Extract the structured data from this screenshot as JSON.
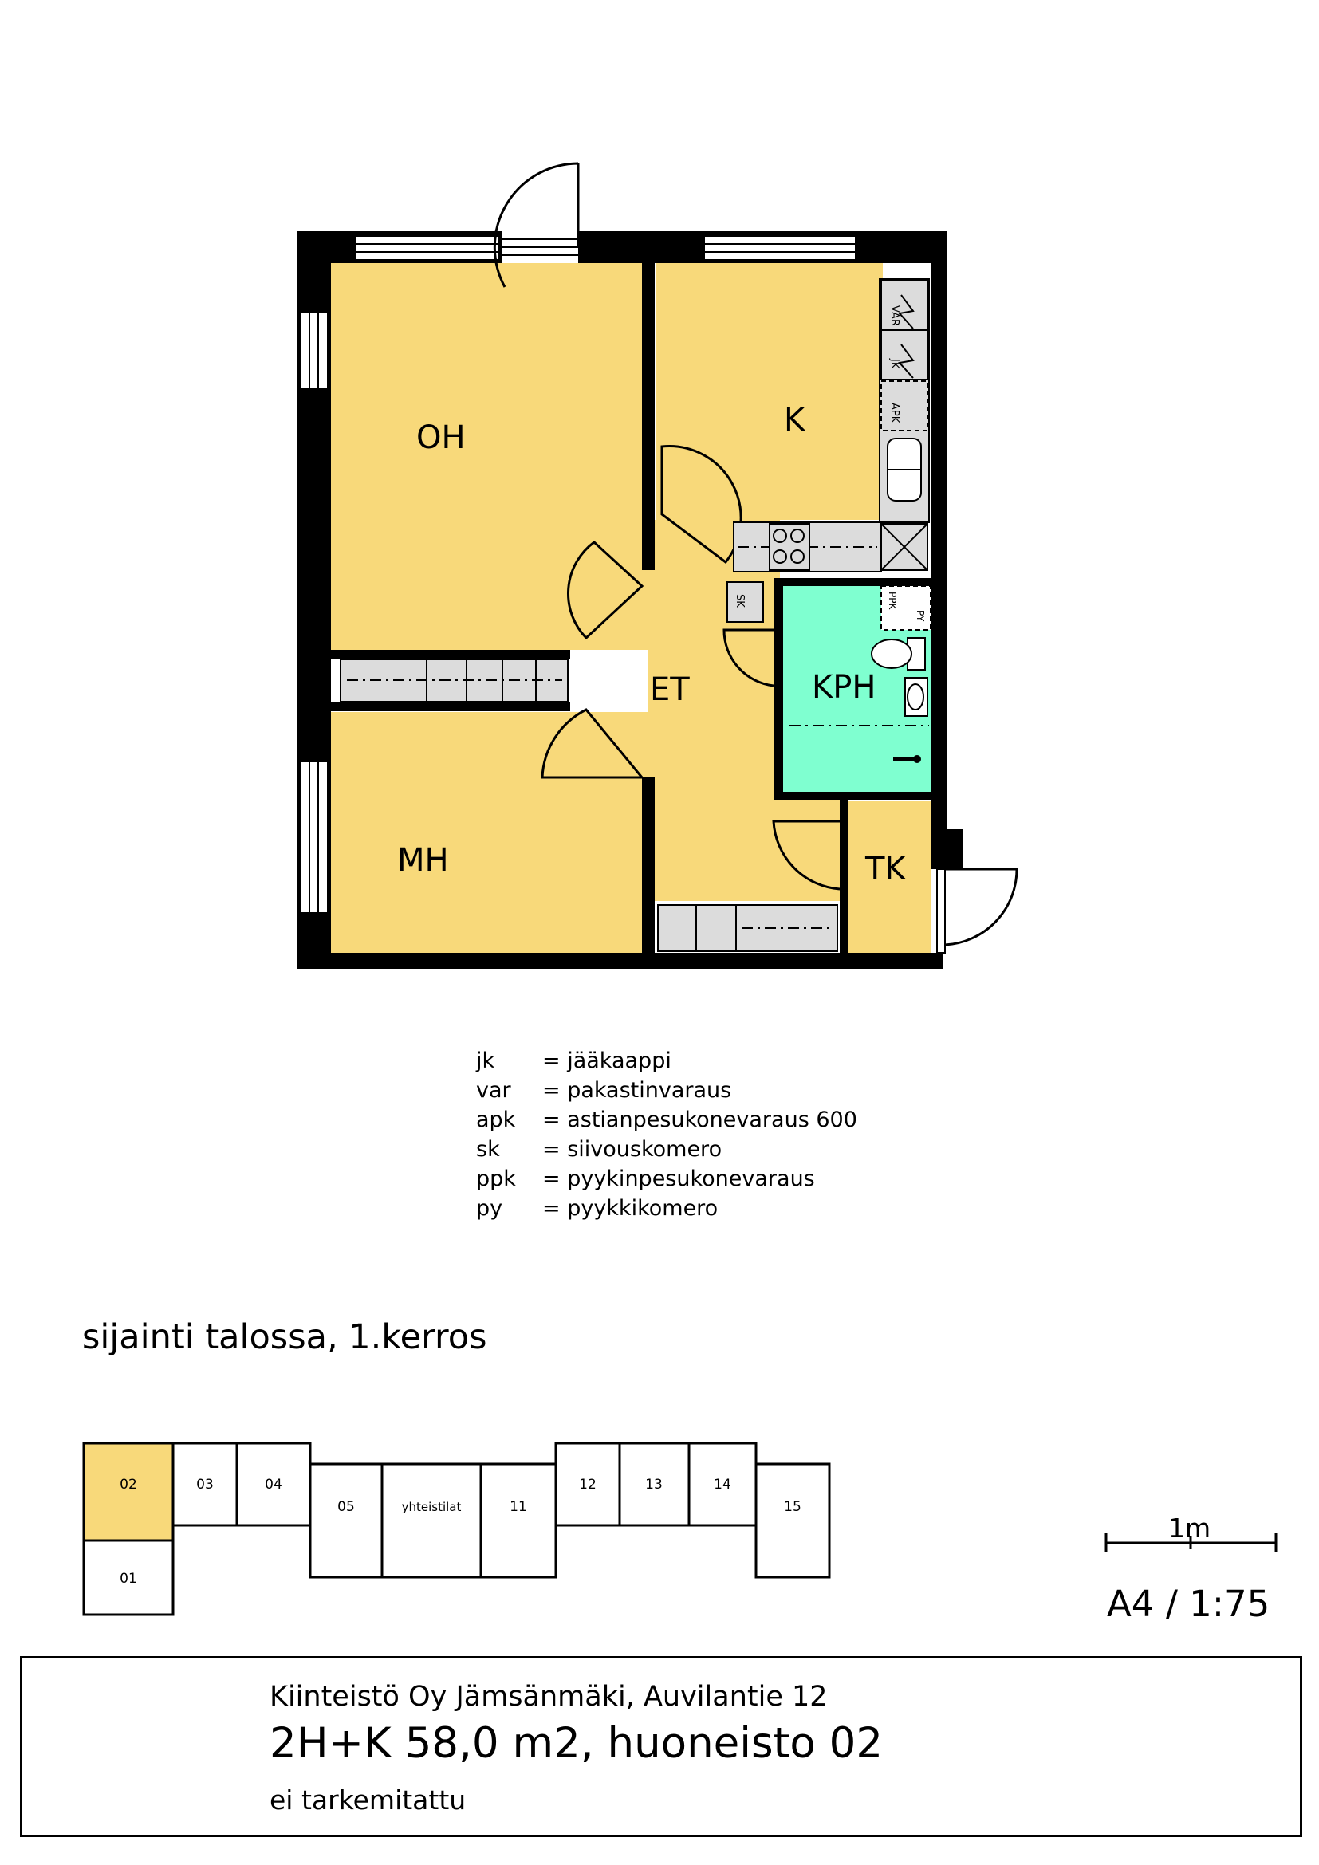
{
  "rooms": {
    "oh": "OH",
    "k": "K",
    "et": "ET",
    "kph": "KPH",
    "mh": "MH",
    "tk": "TK"
  },
  "appliance_labels": {
    "var": "VAR",
    "jk": "JK",
    "apk": "APK",
    "sk": "SK",
    "ppk": "PPK",
    "py": "PY"
  },
  "legend": [
    {
      "abbr": "jk",
      "desc": "= jääkaappi"
    },
    {
      "abbr": "var",
      "desc": "= pakastinvaraus"
    },
    {
      "abbr": "apk",
      "desc": "= astianpesukonevaraus 600"
    },
    {
      "abbr": "sk",
      "desc": "= siivouskomero"
    },
    {
      "abbr": "ppk",
      "desc": "= pyykinpesukonevaraus"
    },
    {
      "abbr": "py",
      "desc": "= pyykkikomero"
    }
  ],
  "location": {
    "title": "sijainti talossa, 1.kerros",
    "units": {
      "u02": "02",
      "u01": "01",
      "u03": "03",
      "u04": "04",
      "u05": "05",
      "yht": "yhteistilat",
      "u11": "11",
      "u12": "12",
      "u13": "13",
      "u14": "14",
      "u15": "15"
    },
    "highlight_color": "#F8D97A"
  },
  "scale": {
    "label": "1m",
    "ratio": "A4 / 1:75"
  },
  "title_block": {
    "line1": "Kiinteistö Oy Jämsänmäki, Auvilantie 12",
    "line2": "2H+K 58,0 m2, huoneisto 02",
    "line3": "ei tarkemitattu"
  },
  "colors": {
    "room_fill": "#F8D97A",
    "bathroom_fill": "#7FFFD0",
    "wall": "#000000",
    "furniture": "#DCDCDC"
  }
}
